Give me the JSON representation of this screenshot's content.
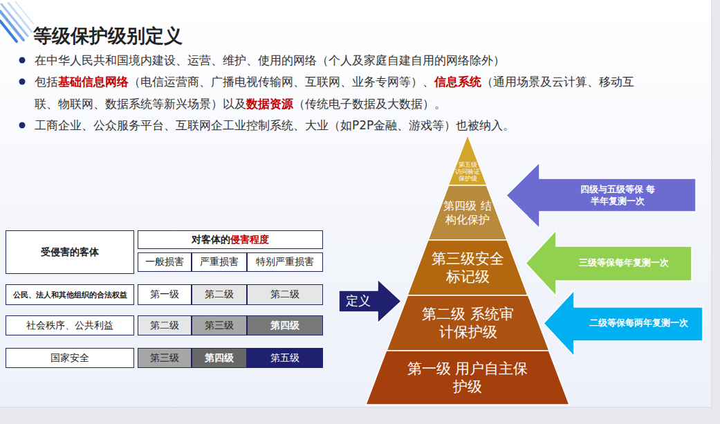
{
  "diagram": {
    "title": "等级保护级别定义",
    "nodes": [
      {
        "text": [
          "第五级 访问验证保护级"
        ]
      },
      {
        "text": [
          "第四级 结构化保护"
        ]
      },
      {
        "text": [
          "第三级安全标记级"
        ]
      },
      {
        "text": [
          "第二级 系统审计保护级"
        ]
      },
      {
        "text": [
          "第一级 用户自主保护级"
        ]
      },
      {
        "text": [
          "四级与五级等保 每半年复测一次"
        ]
      },
      {
        "text": [
          "三级等保每年复测一次"
        ]
      },
      {
        "text": [
          "定义"
        ]
      },
      {
        "text": [
          "二级等保每两年复测一次"
        ]
      }
    ],
    "labels": [
      "在中华人民共和国境内建设、运营、维护、使用的网络（个人及家庭自建自用的网络除外）",
      "包括",
      "基础信息网络",
      "（电信运营商、广播电视传输网、互联网、业务专网等）、",
      "信息系统",
      "（通用场景及云计算、移动互联、物联网、数据系统等新兴场景）以及",
      "数据资源",
      "（传统电子数据及大数据）。",
      "工商企业、公众服务平台、互联网企工业控制系统、大业（如P2P金融、游戏等）也被纳入。",
      "受侵害的客体",
      "对客体的",
      "侵害程度",
      "一般损害",
      "严重损害",
      "特别严重损害",
      "公民、法人和其他组织的合法权益",
      "第一级",
      "第二级",
      "第二级",
      "社会秩序、公共利益",
      "第二级",
      "第三级",
      "第四级",
      "国家安全",
      "第三级",
      "第四级",
      "第五级"
    ]
  }
}
